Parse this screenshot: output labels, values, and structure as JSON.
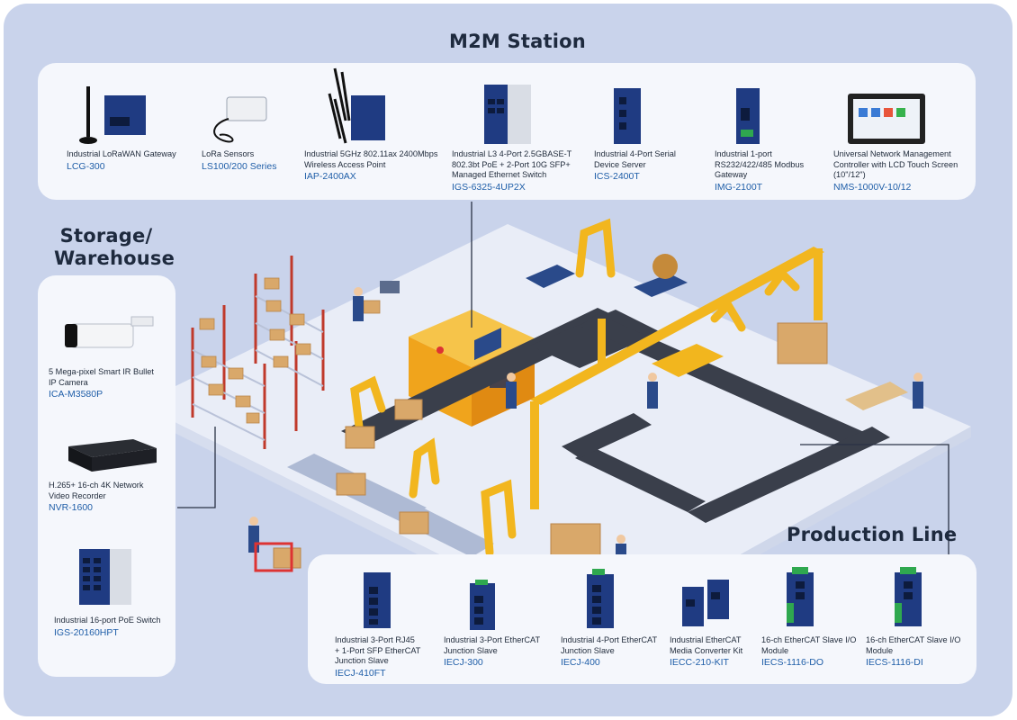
{
  "sections": {
    "m2m": "M2M Station",
    "storage_line1": "Storage/",
    "storage_line2": "Warehouse",
    "production": "Production Line"
  },
  "m2m_products": [
    {
      "name": "Industrial LoRaWAN Gateway",
      "model": "LCG-300",
      "icon": "lorawan-gateway-icon"
    },
    {
      "name": "LoRa Sensors",
      "model": "LS100/200 Series",
      "icon": "lora-sensor-icon"
    },
    {
      "name": "Industrial 5GHz 802.11ax 2400Mbps\nWireless Access Point",
      "model": "IAP-2400AX",
      "icon": "wireless-access-point-icon"
    },
    {
      "name": "Industrial L3 4-Port 2.5GBASE-T\n802.3bt PoE + 2-Port 10G SFP+\nManaged Ethernet Switch",
      "model": "IGS-6325-4UP2X",
      "icon": "managed-switch-icon"
    },
    {
      "name": "Industrial 4-Port Serial\nDevice Server",
      "model": "ICS-2400T",
      "icon": "serial-device-server-icon"
    },
    {
      "name": "Industrial 1-port\nRS232/422/485 Modbus\nGateway",
      "model": "IMG-2100T",
      "icon": "modbus-gateway-icon"
    },
    {
      "name": "Universal Network Management\nController with LCD Touch Screen\n(10\"/12\")",
      "model": "NMS-1000V-10/12",
      "icon": "touch-screen-controller-icon"
    }
  ],
  "storage_products": [
    {
      "name": "5 Mega-pixel Smart IR Bullet\nIP Camera",
      "model": "ICA-M3580P",
      "icon": "bullet-camera-icon"
    },
    {
      "name": "H.265+ 16-ch 4K Network\nVideo Recorder",
      "model": "NVR-1600",
      "icon": "video-recorder-icon"
    },
    {
      "name": "Industrial 16-port PoE Switch",
      "model": "IGS-20160HPT",
      "icon": "poe-switch-icon"
    }
  ],
  "production_products": [
    {
      "name": "Industrial 3-Port RJ45\n+ 1-Port SFP EtherCAT\nJunction Slave",
      "model": "IECJ-410FT",
      "icon": "ethercat-junction-icon"
    },
    {
      "name": "Industrial 3-Port EtherCAT\nJunction Slave",
      "model": "IECJ-300",
      "icon": "ethercat-junction-icon"
    },
    {
      "name": "Industrial 4-Port EtherCAT\nJunction Slave",
      "model": "IECJ-400",
      "icon": "ethercat-junction-icon"
    },
    {
      "name": "Industrial EtherCAT\nMedia Converter Kit",
      "model": "IECC-210-KIT",
      "icon": "media-converter-icon"
    },
    {
      "name": "16-ch EtherCAT Slave I/O\nModule",
      "model": "IECS-1116-DO",
      "icon": "ethercat-io-module-icon"
    },
    {
      "name": "16-ch EtherCAT Slave I/O\nModule",
      "model": "IECS-1116-DI",
      "icon": "ethercat-io-module-icon"
    }
  ],
  "colors": {
    "background": "#c9d3eb",
    "panel": "#f5f7fc",
    "device_blue": "#1f3b82",
    "model_text": "#1f5ea8",
    "conveyor": "#3a3f4b",
    "rail_yellow": "#f2b61e",
    "machine_orange": "#f0a41c",
    "box_tan": "#d9a86a",
    "shelf_red": "#c0392b"
  }
}
